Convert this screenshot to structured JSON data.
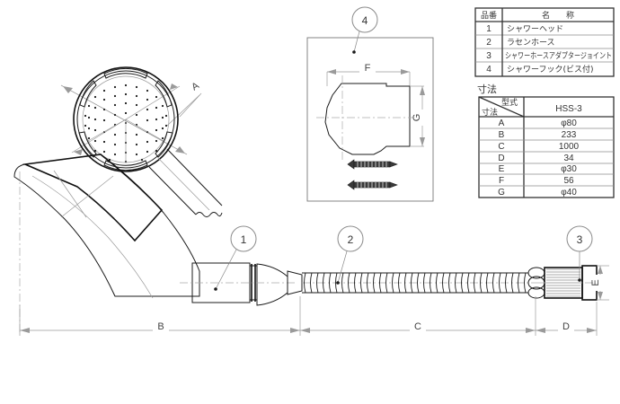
{
  "sheet": {
    "title": "HSS-3 Shower Assembly Technical Drawing",
    "background": "#ffffff",
    "line_color": "#1b1b1b",
    "dim_color": "#9a9a9a"
  },
  "parts_table": {
    "headers": [
      "品番",
      "名　　称"
    ],
    "rows": [
      {
        "no": "1",
        "name": "シャワーヘッド"
      },
      {
        "no": "2",
        "name": "ラセンホース"
      },
      {
        "no": "3",
        "name": "シャワーホースアダプタージョイント"
      },
      {
        "no": "4",
        "name": "シャワーフック(ビス付)"
      }
    ]
  },
  "dimension_table": {
    "title": "寸法",
    "corner_upper": "型式",
    "corner_lower": "寸法",
    "model": "HSS-3",
    "rows": [
      {
        "symbol": "A",
        "value": "φ80"
      },
      {
        "symbol": "B",
        "value": "233"
      },
      {
        "symbol": "C",
        "value": "1000"
      },
      {
        "symbol": "D",
        "value": "34"
      },
      {
        "symbol": "E",
        "value": "φ30"
      },
      {
        "symbol": "F",
        "value": "56"
      },
      {
        "symbol": "G",
        "value": "φ40"
      }
    ]
  },
  "balloons": [
    {
      "id": "1",
      "label": "1"
    },
    {
      "id": "2",
      "label": "2"
    },
    {
      "id": "3",
      "label": "3"
    },
    {
      "id": "4",
      "label": "4"
    }
  ],
  "dimension_labels": {
    "a": "A",
    "b": "B",
    "c": "C",
    "d": "D",
    "e": "E",
    "f": "F",
    "g": "G"
  },
  "views": {
    "head_face": "shower-head-face-view",
    "assembly": "shower-assembly-side-view",
    "hook_detail": "shower-hook-detail-view"
  }
}
